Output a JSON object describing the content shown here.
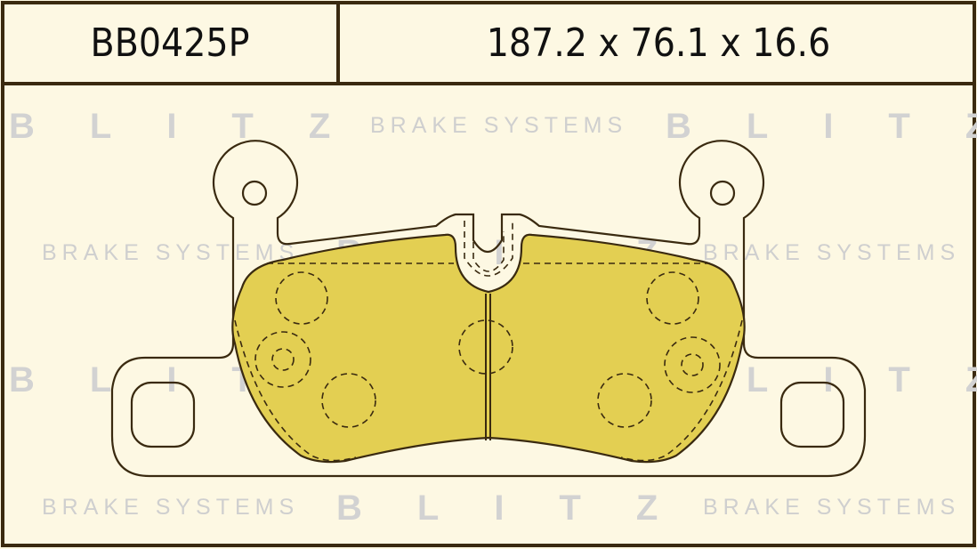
{
  "header": {
    "part_code": "BB0425P",
    "dimensions": "187.2 x 76.1 x 16.6"
  },
  "watermark": {
    "brand": "BLITZ",
    "tagline": "BRAKE SYSTEMS"
  },
  "colors": {
    "background": "#fdf8e3",
    "friction_fill": "#e3cf52",
    "outline": "#3a2a10",
    "frame": "#3a2a10"
  }
}
